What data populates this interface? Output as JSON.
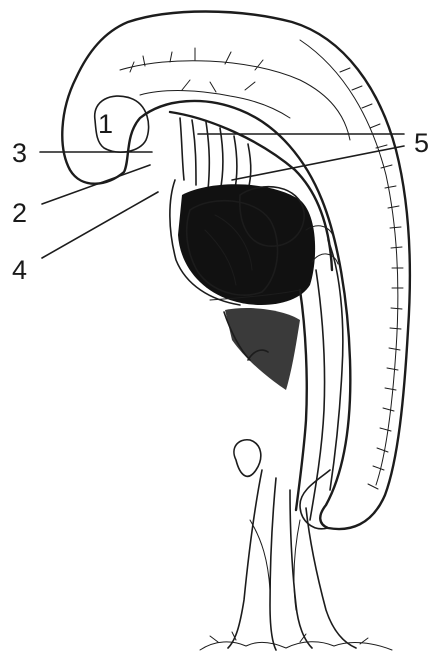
{
  "labels": {
    "l1": "1",
    "l2": "2",
    "l3": "3",
    "l4": "4",
    "l5": "5"
  },
  "colors": {
    "ink": "#1c1c1c",
    "paper": "#ffffff",
    "shade": "#3a3a3a",
    "dark": "#111111"
  }
}
